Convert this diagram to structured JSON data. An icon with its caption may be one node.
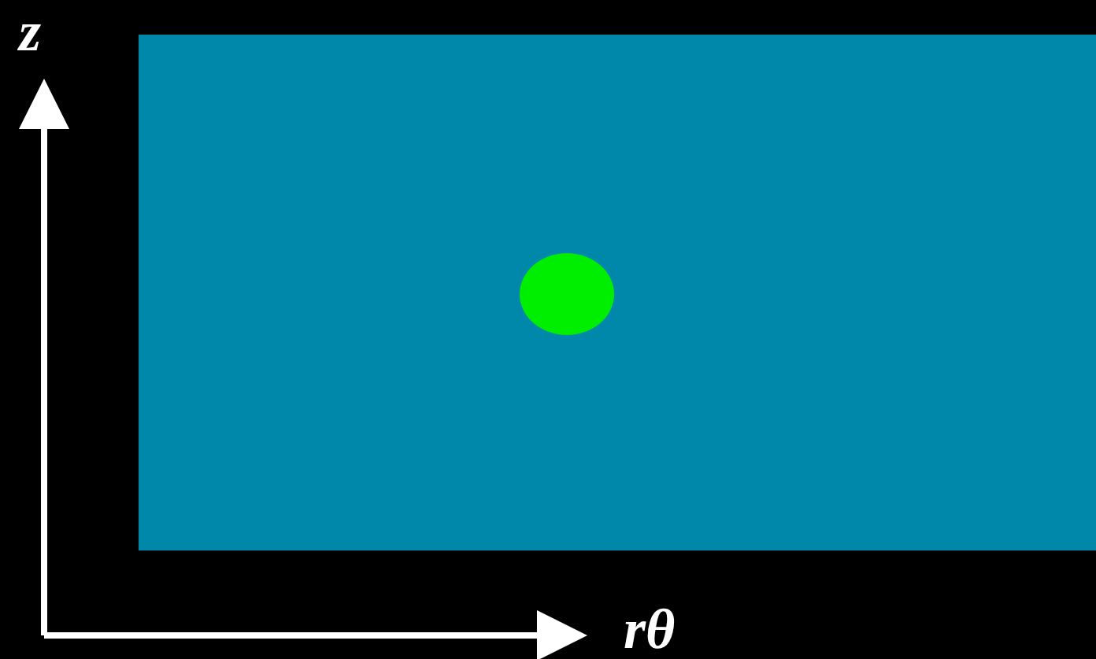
{
  "diagram": {
    "nodes": [
      {
        "text": [],
        "shape": "box"
      },
      {
        "text": [],
        "shape": "circle",
        "in": 0
      }
    ],
    "labels": [
      "z",
      "rθ"
    ]
  }
}
